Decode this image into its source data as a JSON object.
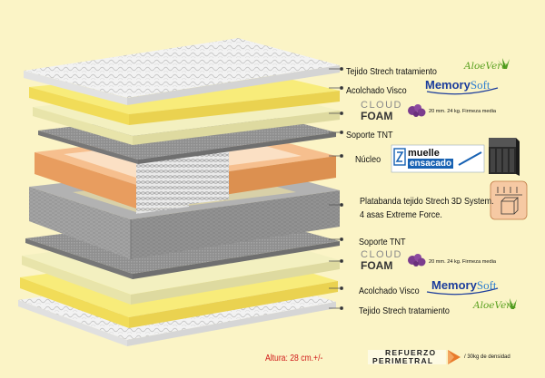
{
  "labels": {
    "tejido_top": "Tejido Strech tratamiento",
    "aloe_top": "AloeVera",
    "acolchado_top": "Acolchado Visco",
    "memory_top": "Memory",
    "soft_top": "Soft",
    "cloud_top_1": "CLOUD",
    "cloud_top_2": "FOAM",
    "cloud_top_spec": "20 mm. 24 kg. Firmeza media",
    "soporte_top": "Soporte TNT",
    "nucleo": "Núcleo",
    "muelle": "muelle",
    "ensacado": "ensacado",
    "platabanda_1": "Platabanda tejido Strech 3D System.",
    "platabanda_2": "4 asas Extreme Force.",
    "soporte_bottom": "Soporte TNT",
    "cloud_bottom_1": "CLOUD",
    "cloud_bottom_2": "FOAM",
    "cloud_bottom_spec": "20 mm. 24 kg. Firmeza media",
    "acolchado_bottom": "Acolchado Visco",
    "memory_bottom": "Memory",
    "soft_bottom": "Soft",
    "tejido_bottom": "Tejido Strech tratamiento",
    "aloe_bottom": "AloeVera",
    "altura": "Altura: 28 cm.+/-",
    "refuerzo_1": "REFUERZO",
    "refuerzo_2": "PERIMETRAL",
    "densidad": "/ 30kg de densidad"
  },
  "colors": {
    "background": "#fbf4c6",
    "yellow_layer": "#f8ec7a",
    "foam_layer": "#f3f0c0",
    "tnt_layer": "#8c8c8c",
    "core_frame": "#f0a870",
    "border_fabric": "#a3a3a3",
    "quilted_fabric": "#f1f1f1",
    "aloe_green": "#5aa020",
    "memory_blue": "#1c3d9c",
    "cloud_purple": "#7b3c8e",
    "altura_red": "#d01818"
  },
  "icons": [
    "aloe-leaf-icon",
    "cloud-foam-icon",
    "muelle-ensacado-logo-icon",
    "pocket-spring-block-icon",
    "firmness-arrows-box-icon",
    "refuerzo-perimetral-logo-icon"
  ]
}
